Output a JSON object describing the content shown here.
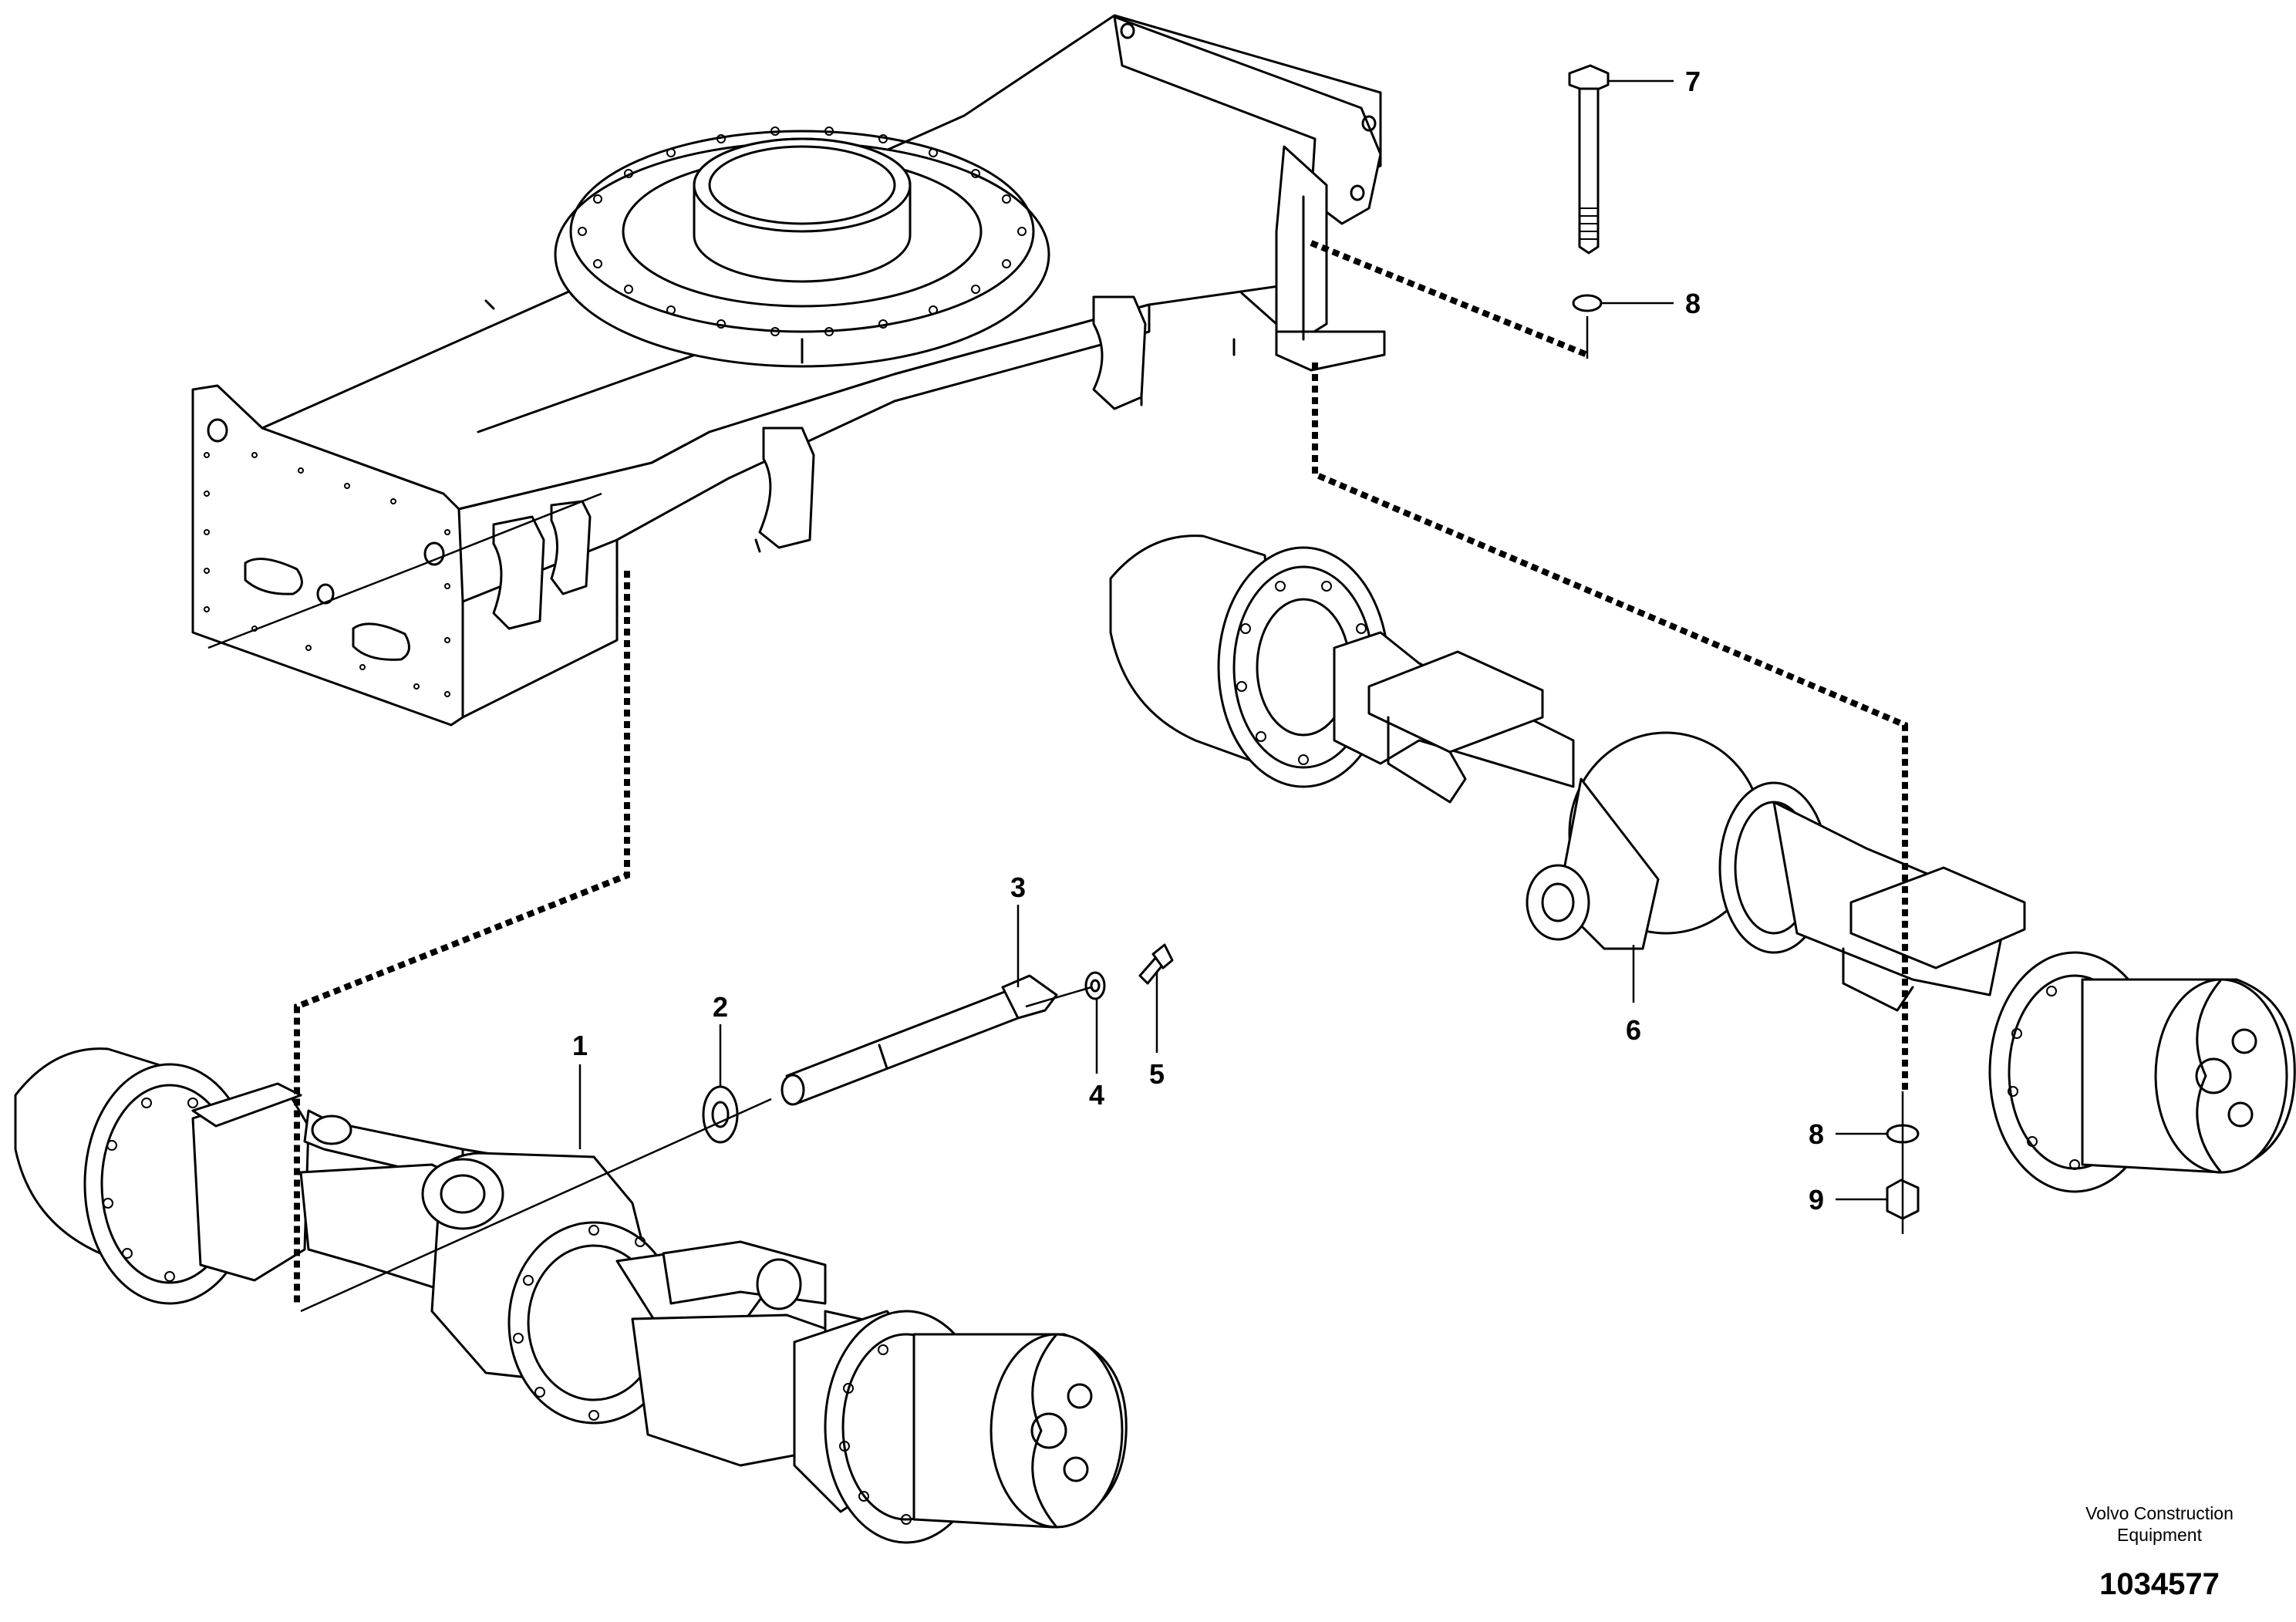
{
  "callouts": {
    "c1": "1",
    "c2": "2",
    "c3": "3",
    "c4": "4",
    "c5": "5",
    "c6": "6",
    "c7": "7",
    "c8a": "8",
    "c8b": "8",
    "c9": "9"
  },
  "footer": {
    "credit_line1": "Volvo Construction",
    "credit_line2": "Equipment",
    "document_number": "1034577"
  }
}
